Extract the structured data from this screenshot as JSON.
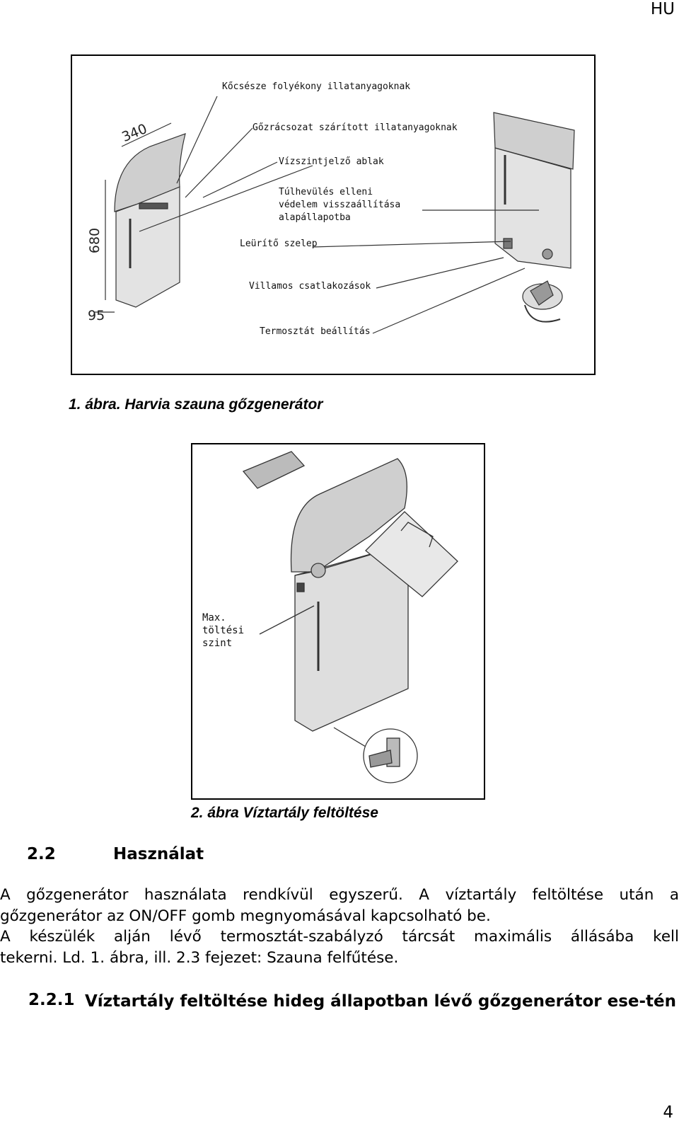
{
  "header": {
    "language": "HU"
  },
  "figure1": {
    "labels": {
      "wick_bowl": "Kőcsésze folyékony illatanyagoknak",
      "steam_grid": "Gőzrácsozat szárított illatanyagoknak",
      "level_window": "Vízszintjelző ablak",
      "overheat_reset": [
        "Túlhevülés elleni",
        "védelem visszaállítása",
        "alapállapotba"
      ],
      "drain_valve": "Leürítő szelep",
      "electrical": "Villamos csatlakozások",
      "thermostat": "Termosztát beállítás"
    },
    "dimensions": {
      "width": "340",
      "height": "680",
      "depth": "95"
    },
    "caption": "1. ábra. Harvia szauna gőzgenerátor"
  },
  "figure2": {
    "labels": [
      "Max.",
      "töltési",
      "szint"
    ],
    "caption": "2. ábra Víztartály feltöltése"
  },
  "section": {
    "number": "2.2",
    "title": "Használat"
  },
  "body": {
    "lines": [
      "A gőzgenerátor használata rendkívül egyszerű. A víztartály feltöltése után a",
      "gőzgenerátor az ON/OFF gomb megnyomásával kapcsolható be.",
      "A készülék alján lévő termosztát-szabályzó tárcsát maximális állásába kell",
      "tekerni. Ld. 1. ábra, ill. 2.3 fejezet: Szauna felfűtése."
    ]
  },
  "subsection": {
    "number": "2.2.1",
    "title": "Víztartály feltöltése hideg állapotban lévő gőzgenerátor ese-tén"
  },
  "footer": {
    "page_number": "4"
  }
}
